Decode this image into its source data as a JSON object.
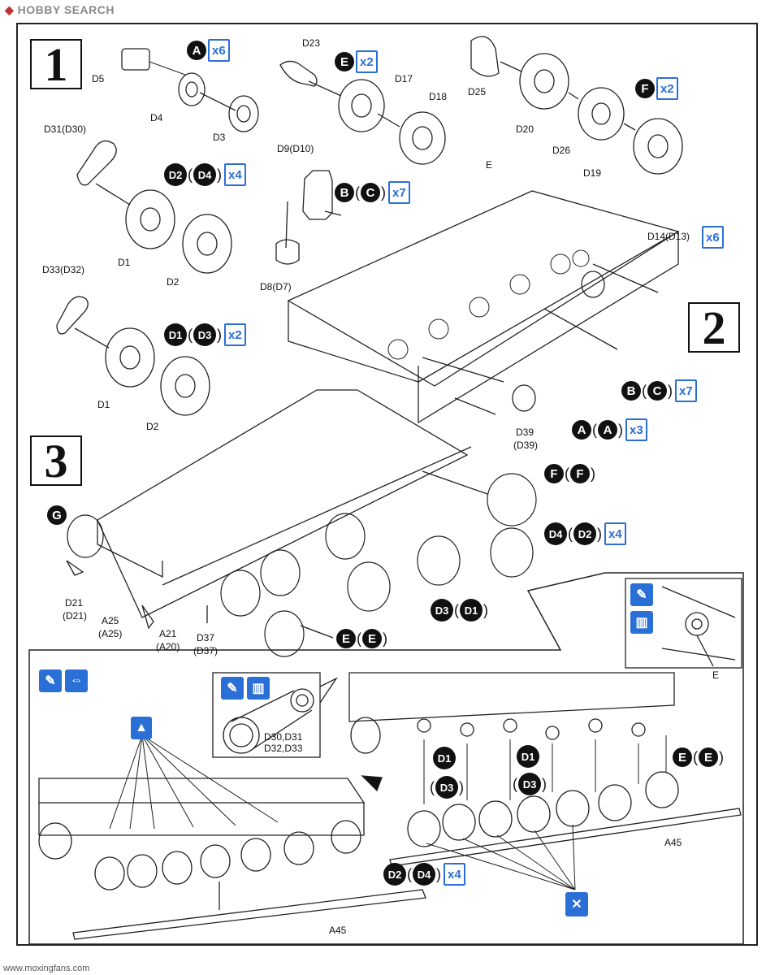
{
  "header": {
    "site_brand": "HOBBY SEARCH",
    "logo_icon": "hobby-search-logo-icon"
  },
  "steps": {
    "one": "1",
    "two": "2",
    "three": "3"
  },
  "step1": {
    "parts": [
      "D5",
      "D4",
      "D3",
      "D23",
      "D17",
      "D18",
      "D25",
      "D20",
      "D26",
      "D19",
      "D31(D30)",
      "D1",
      "D2",
      "D9(D10)",
      "D8(D7)",
      "D33(D32)",
      "D1",
      "D2"
    ],
    "callouts": {
      "a": {
        "badge": "A",
        "qty": "x6"
      },
      "e": {
        "badge": "E",
        "qty": "x2"
      },
      "f": {
        "badge": "F",
        "qty": "x2"
      },
      "d2d4": {
        "badge1": "D2",
        "badge2": "D4",
        "open": "(",
        "close": ")",
        "qty": "x4"
      },
      "bc": {
        "badge1": "B",
        "badge2": "C",
        "open": "(",
        "close": ")",
        "qty": "x7"
      },
      "d1d3": {
        "badge1": "D1",
        "badge2": "D3",
        "open": "(",
        "close": ")",
        "qty": "x2"
      }
    }
  },
  "step2": {
    "parts": [
      "E",
      "D14(D13)",
      "D39",
      "(D39)"
    ],
    "callouts": {
      "d14qty": "x6",
      "bc": {
        "badge1": "B",
        "badge2": "C",
        "open": "(",
        "close": ")",
        "qty": "x7"
      },
      "aa": {
        "badge1": "A",
        "badge2": "A",
        "open": "(",
        "close": ")",
        "qty": "x3"
      }
    }
  },
  "step3": {
    "parts": [
      "D21",
      "(D21)",
      "A25",
      "(A25)",
      "A21",
      "(A20)",
      "D37",
      "(D37)"
    ],
    "callouts": {
      "g": {
        "badge": "G"
      },
      "ff": {
        "badge1": "F",
        "badge2": "F",
        "open": "(",
        "close": ")"
      },
      "d4d2": {
        "badge1": "D4",
        "badge2": "D2",
        "open": "(",
        "close": ")",
        "qty": "x4"
      },
      "d3d1": {
        "badge1": "D3",
        "badge2": "D1",
        "open": "(",
        "close": ")"
      },
      "ee": {
        "badge1": "E",
        "badge2": "E",
        "open": "(",
        "close": ")"
      }
    }
  },
  "detail": {
    "inset_label": "E",
    "paint_label": "D30,D31\nD32,D33",
    "a45_left": "A45",
    "a45_right": "A45",
    "callouts": {
      "d1a": {
        "badge": "D1"
      },
      "d1b": {
        "badge": "D1"
      },
      "d3a": {
        "badge": "D3",
        "open": "(",
        "close": ")"
      },
      "d3b": {
        "badge": "D3",
        "open": "(",
        "close": ")"
      },
      "ee": {
        "badge1": "E",
        "badge2": "E",
        "open": "(",
        "close": ")"
      },
      "d2d4": {
        "badge1": "D2",
        "badge2": "D4",
        "open": "(",
        "close": ")",
        "qty": "x4"
      }
    }
  },
  "watermark": "www.moxingfans.com",
  "colors": {
    "accent_blue": "#2a6fd6",
    "ink": "#111111"
  }
}
